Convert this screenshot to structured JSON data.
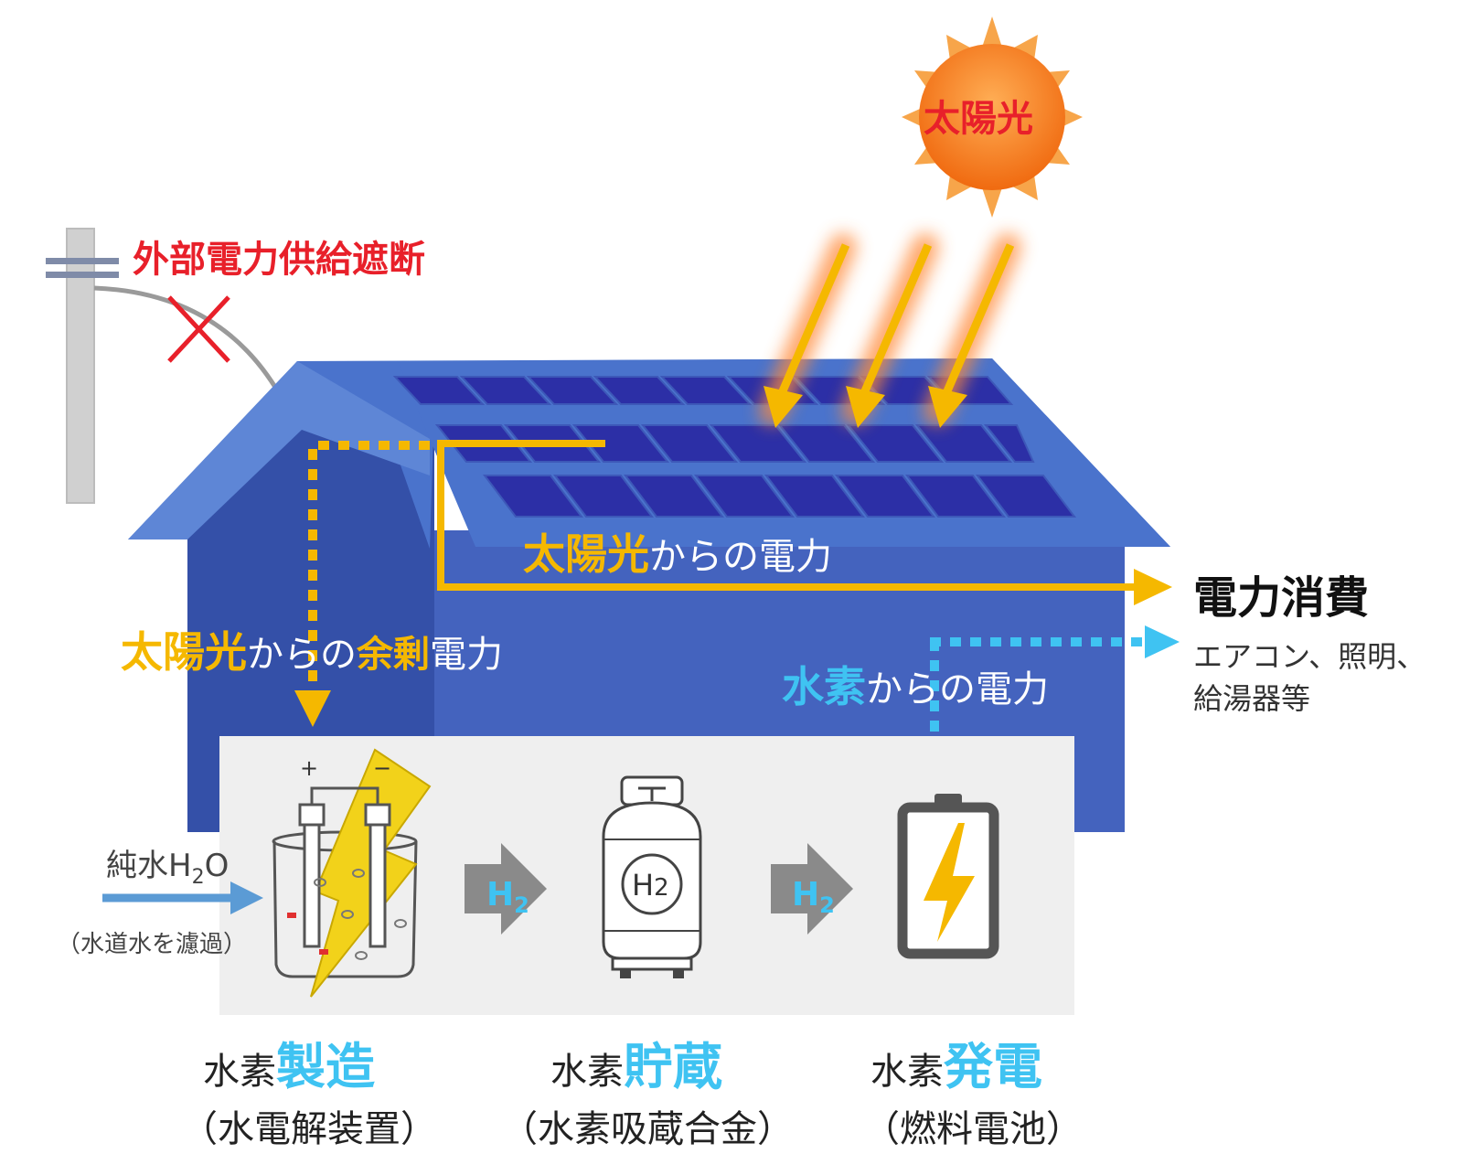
{
  "grid": {
    "cut_label": "外部電力供給遮断"
  },
  "sun": {
    "label": "太陽光"
  },
  "flows": {
    "solar_power": {
      "highlight": "太陽光",
      "rest": "からの電力"
    },
    "surplus_power": {
      "highlight": "太陽光",
      "middle": "からの",
      "highlight2": "余剰",
      "rest": "電力"
    },
    "hydrogen_power": {
      "highlight": "水素",
      "rest": "からの電力"
    }
  },
  "consumption": {
    "title": "電力消費",
    "detail_line1": "エアコン、照明、",
    "detail_line2": "給湯器等"
  },
  "water_input": {
    "label_prefix": "純水H",
    "label_sub": "2",
    "label_suffix": "O",
    "note": "（水道水を濾過）"
  },
  "electrolyzer": {
    "plus": "+",
    "minus": "−"
  },
  "arrows": {
    "h2_label": "H",
    "h2_sub": "2"
  },
  "tank": {
    "label_main": "H",
    "label_sub": "2"
  },
  "stages": [
    {
      "prefix": "水素",
      "highlight": "製造",
      "sub": "（水電解装置）"
    },
    {
      "prefix": "水素",
      "highlight": "貯蔵",
      "sub": "（水素吸蔵合金）"
    },
    {
      "prefix": "水素",
      "highlight": "発電",
      "sub": "（燃料電池）"
    }
  ],
  "colors": {
    "house_wall": "#3a57b0",
    "house_roof": "#4a73cc",
    "solar_panel": "#2c2fa6",
    "solar_flow": "#f5b800",
    "hydrogen_flow": "#3fc3f2",
    "alert_red": "#e8202a",
    "sun_orange": "#f07a1a",
    "equipment_panel": "#efefef",
    "arrow_gray": "#8a8a8a"
  }
}
